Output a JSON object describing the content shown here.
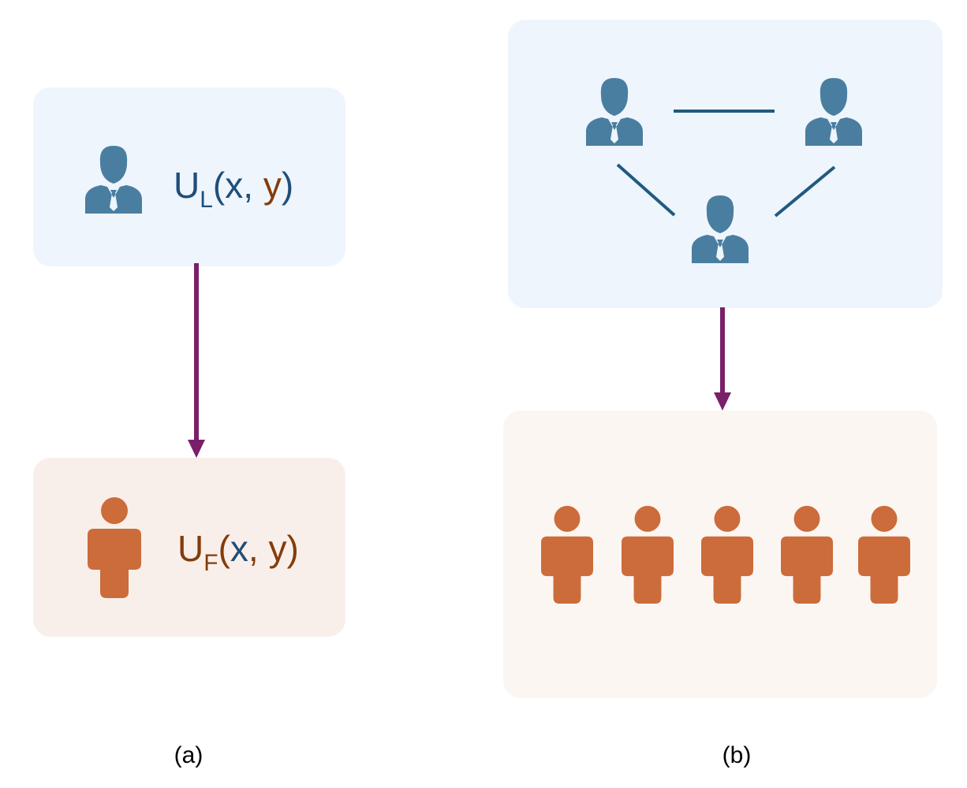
{
  "colors": {
    "leader_box": "#eef5fd",
    "follower_box": "#f9efea",
    "leader_icon": "#4a7ea0",
    "follower_icon": "#cc6c3a",
    "arrow": "#7a1f6a",
    "formula_blue": "#1f4e79",
    "formula_brown": "#843c0c",
    "link_line": "#1f5a80"
  },
  "panel_a": {
    "label": "(a)",
    "leader": {
      "icon": "businessman-icon",
      "formula": {
        "u": "U",
        "sub": "L",
        "open": "(",
        "x": "x",
        "comma": ", ",
        "y": "y",
        "close": ")"
      }
    },
    "follower": {
      "icon": "person-icon",
      "formula": {
        "u": "U",
        "sub": "F",
        "open": "(",
        "x": "x",
        "comma": ", ",
        "y": "y",
        "close": ")"
      }
    }
  },
  "panel_b": {
    "label": "(b)",
    "leader_count": 3,
    "follower_count": 5
  }
}
